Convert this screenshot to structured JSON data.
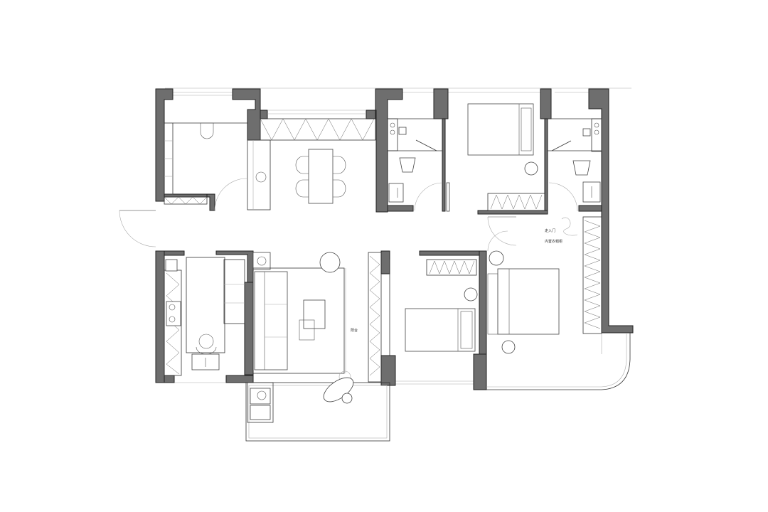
{
  "labels": {
    "wardrobe_note_1": "走入门",
    "wardrobe_note_2": "内置衣帽柜",
    "balcony_label": "阳台"
  }
}
